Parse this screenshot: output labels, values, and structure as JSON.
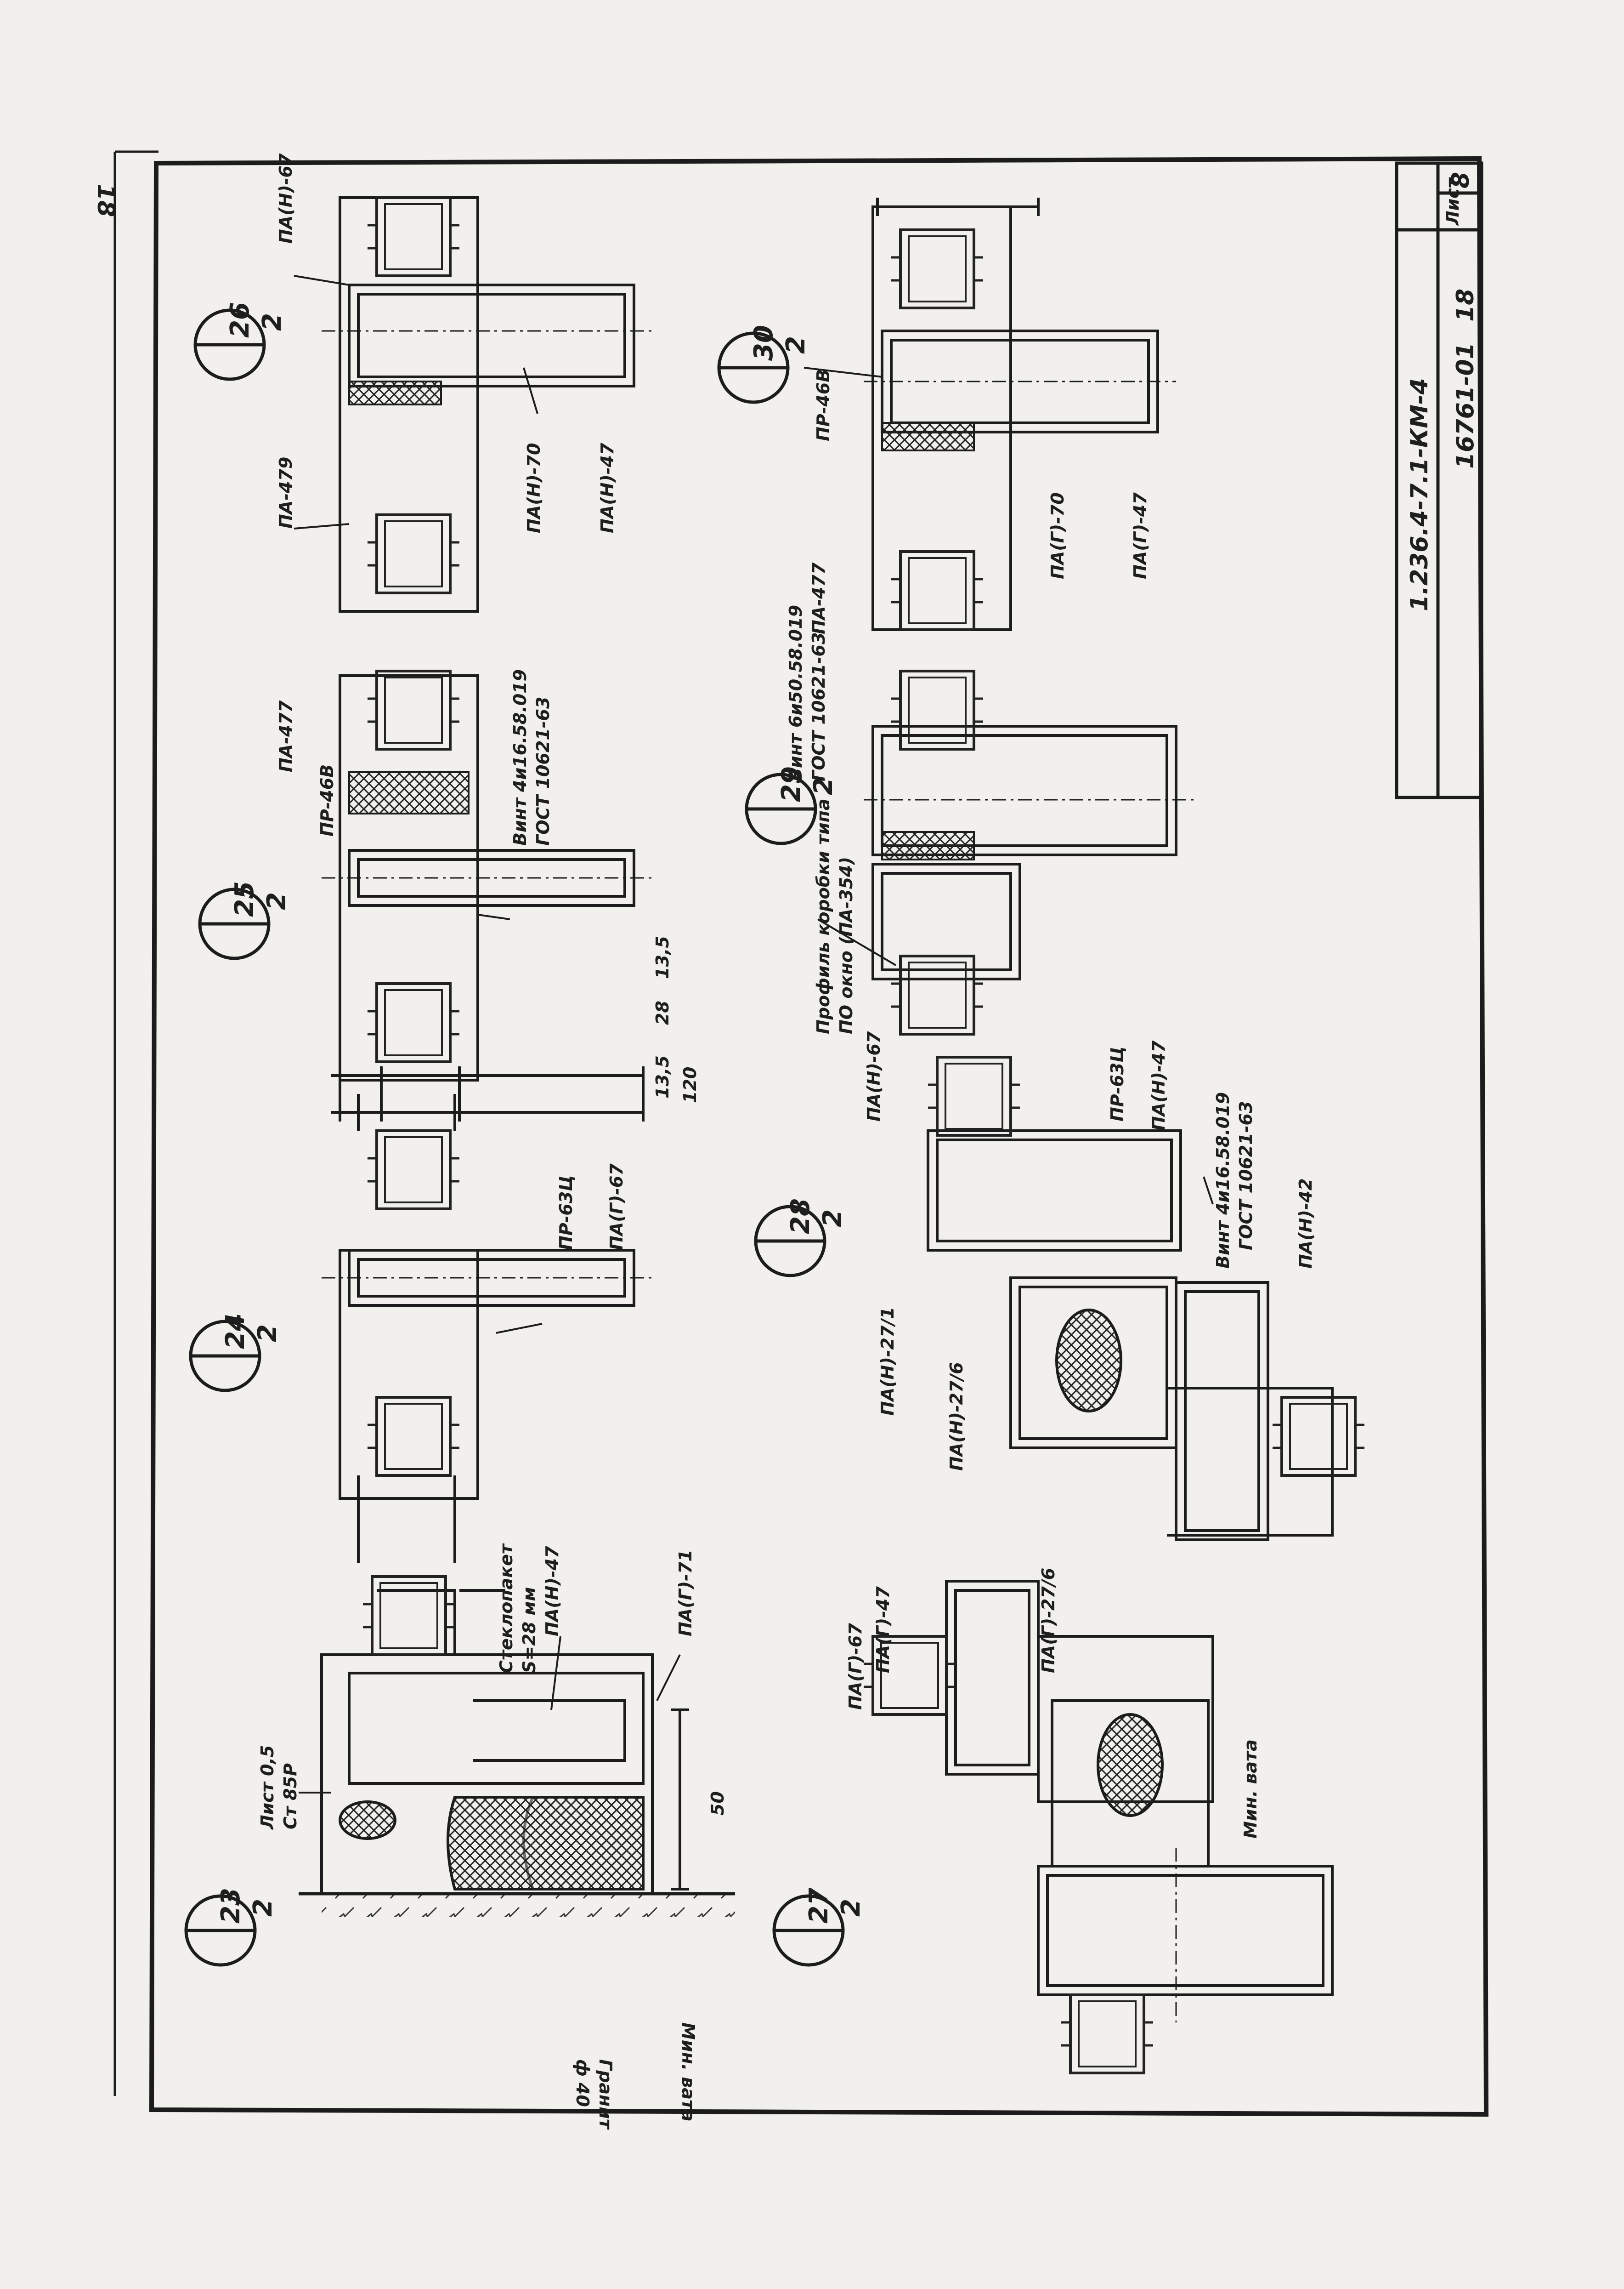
{
  "sheet": {
    "designation": "1.236.4-7.1-КМ-4",
    "archive_number": "16761-01",
    "archive_page": "18",
    "sheet_label": "Лист",
    "sheet_number": "8",
    "corner_page": "18"
  },
  "details": [
    {
      "id": "23",
      "sheet": "2"
    },
    {
      "id": "24",
      "sheet": "2"
    },
    {
      "id": "25",
      "sheet": "2"
    },
    {
      "id": "26",
      "sheet": "2"
    },
    {
      "id": "27",
      "sheet": "2"
    },
    {
      "id": "28",
      "sheet": "2"
    },
    {
      "id": "29",
      "sheet": "2"
    },
    {
      "id": "30",
      "sheet": "2"
    }
  ],
  "labels": {
    "d23_sheet": "Лист 0,5",
    "d23_steel": "Ст 85Р",
    "d23_profile_a": "ПА(Н)-47",
    "d23_profile_b": "ПА(Г)-71",
    "d23_granite_1": "Гранит",
    "d23_granite_2": "ф 40",
    "d23_wool": "Мин. вата",
    "d23_dim": "50",
    "d24_glass_1": "Стеклопакет",
    "d24_glass_2": "S=28 мм",
    "d24_pr": "ПР-63Ц",
    "d24_pa": "ПА(Г)-67",
    "d25_pr": "ПР-46В",
    "d25_pa": "ПА-477",
    "d25_screw_1": "Винт 4и16.58.019",
    "d25_screw_2": "ГОСТ 10621-63",
    "d25_dim_1": "13,5",
    "d25_dim_2": "28",
    "d25_dim_3": "13,5",
    "d25_dim_4": "120",
    "d26_pa67": "ПА(Н)-67",
    "d26_pa479": "ПА-479",
    "d26_pa70": "ПА(Н)-70",
    "d26_pa47": "ПА(Н)-47",
    "d27_pa67": "ПА(Г)-67",
    "d27_pa47": "ПА(Г)-47",
    "d27_pa27": "ПА(Г)-27/6",
    "d27_wool": "Мин. вата",
    "d28_pa67": "ПА(Н)-67",
    "d28_pr": "ПР-63Ц",
    "d28_pa47": "ПА(Н)-47",
    "d28_screw_1": "Винт 4и16.58.019",
    "d28_screw_2": "ГОСТ 10621-63",
    "d28_pa42": "ПА(Н)-42",
    "d28_pa27a": "ПА(Н)-27/1",
    "d28_pa27b": "ПА(Н)-27/6",
    "d29_screw_1": "Винт 6и50.58.019",
    "d29_screw_2": "ГОСТ 10621-63",
    "d29_profile_1": "Профиль коробки типа",
    "d29_profile_2": "ПО окно (ПА-354)",
    "d30_pr": "ПР-46В",
    "d30_pa477": "ПА-477",
    "d30_pa70": "ПА(Г)-70",
    "d30_pa47": "ПА(Г)-47"
  }
}
